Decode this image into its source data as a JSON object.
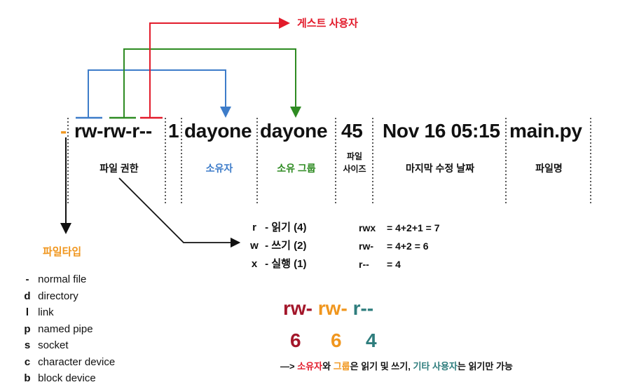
{
  "guest_label": "게스트 사용자",
  "columns": {
    "type_char": "-",
    "perm": "rw-rw-r--",
    "links": "1",
    "owner": "dayone",
    "group": "dayone",
    "size": "45",
    "date": "Nov 16 05:15",
    "filename": "main.py"
  },
  "labels": {
    "perm": "파일 권한",
    "owner": "소유자",
    "group": "소유 그룹",
    "size_line1": "파일",
    "size_line2": "사이즈",
    "date": "마지막 수정 날짜",
    "filename": "파일명"
  },
  "filetype": {
    "title": "파일타입",
    "items": [
      {
        "code": "-",
        "desc": "normal file"
      },
      {
        "code": "d",
        "desc": "directory"
      },
      {
        "code": "l",
        "desc": "link"
      },
      {
        "code": "p",
        "desc": "named pipe"
      },
      {
        "code": "s",
        "desc": "socket"
      },
      {
        "code": "c",
        "desc": "character device"
      },
      {
        "code": "b",
        "desc": "block device"
      }
    ]
  },
  "perm_meaning": [
    {
      "letter": "r",
      "text": "- 읽기 (4)"
    },
    {
      "letter": "w",
      "text": "- 쓰기 (2)"
    },
    {
      "letter": "x",
      "text": "- 실행 (1)"
    }
  ],
  "perm_sums": [
    {
      "code": "rwx",
      "eq": "= 4+2+1 = 7"
    },
    {
      "code": "rw-",
      "eq": "= 4+2 = 6"
    },
    {
      "code": "r--",
      "eq": "= 4"
    }
  ],
  "example": {
    "parts": [
      "rw-",
      "rw-",
      "r--"
    ],
    "digits": [
      "6",
      "6",
      "4"
    ],
    "arrow": "—>",
    "owner": "소유자",
    "and": "와",
    "group": "그룹",
    "mid": "은 읽기 및 쓰기,",
    "others": "기타 사용자",
    "end": "는 읽기만 가능"
  },
  "colors": {
    "orange": "#f0961e",
    "blue": "#3d7cc9",
    "green": "#2e8b22",
    "red": "#e21b2b",
    "darkred": "#a3162a",
    "teal": "#2e7d7d"
  }
}
